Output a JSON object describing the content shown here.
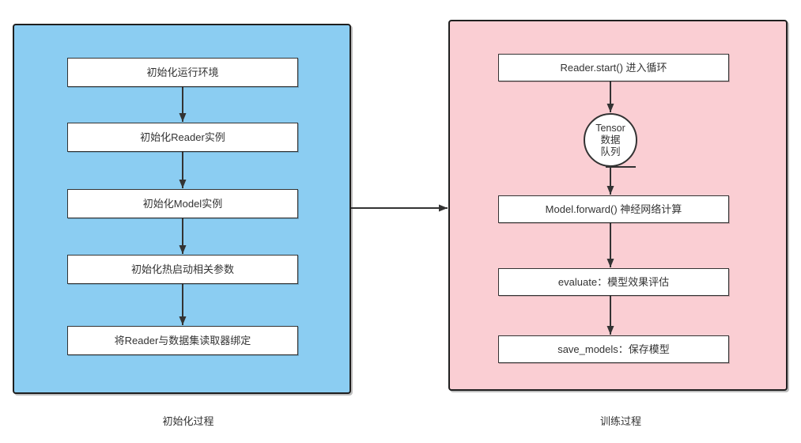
{
  "colors": {
    "init_panel_fill": "#8bcdf2",
    "train_panel_fill": "#faced3",
    "node_fill": "#ffffff",
    "panel_border": "#1f1f1f",
    "node_border": "#333333",
    "arrow": "#333333",
    "text": "#333333",
    "page_background": "#ffffff"
  },
  "init_panel": {
    "caption": "初始化过程",
    "steps": [
      {
        "label": "初始化运行环境"
      },
      {
        "label": "初始化Reader实例"
      },
      {
        "label": "初始化Model实例"
      },
      {
        "label": "初始化热启动相关参数"
      },
      {
        "label": "将Reader与数据集读取器绑定"
      }
    ]
  },
  "train_panel": {
    "caption": "训练过程",
    "steps": [
      {
        "label": "Reader.start() 进入循环"
      },
      {
        "label": "Model.forward() 神经网络计算"
      },
      {
        "label": "evaluate：模型效果评估"
      },
      {
        "label": "save_models：保存模型"
      }
    ],
    "queue_circle": {
      "lines": [
        "Tensor",
        "数据",
        "队列"
      ]
    }
  }
}
